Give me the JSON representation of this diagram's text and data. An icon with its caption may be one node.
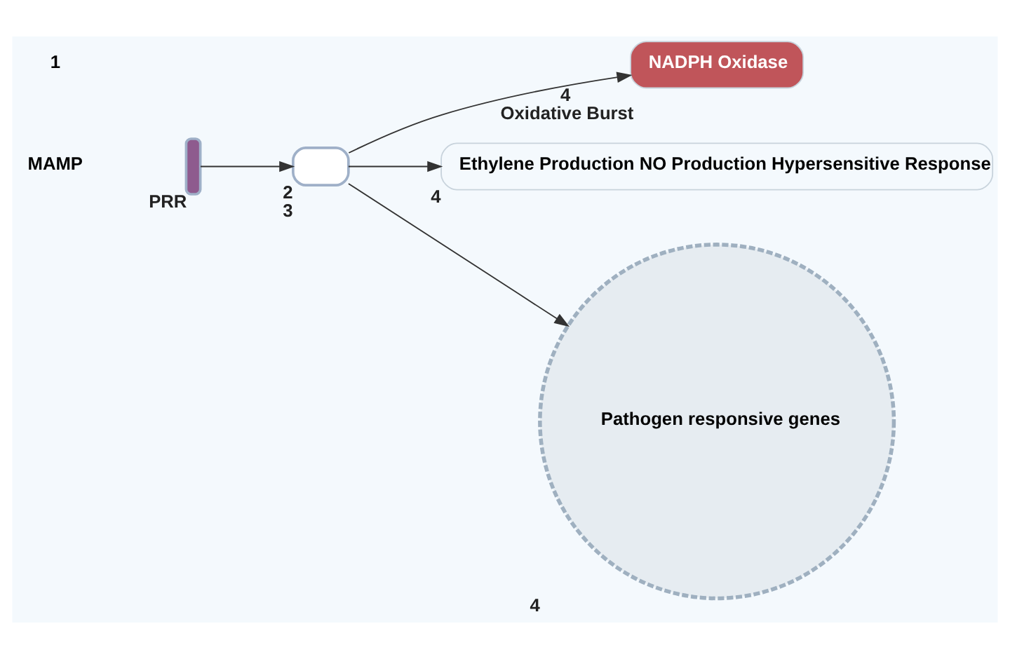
{
  "diagram": {
    "nodes": [
      {
        "text": [],
        "shape": "bar",
        "beside": [
          "PRR"
        ]
      },
      {
        "text": [],
        "shape": "box",
        "beside": [
          "2",
          "3"
        ]
      },
      {
        "text": [
          "NADPH Oxidase"
        ],
        "beside": [
          "4",
          "Oxidative Burst"
        ]
      },
      {
        "text": [
          "Ethylene Production NO Production Hypersensitive Response"
        ],
        "beside": [
          "4"
        ]
      },
      {
        "text": [
          "Pathogen responsive genes"
        ],
        "beside": [
          "4"
        ]
      }
    ],
    "edges": [
      {
        "from": 0,
        "to": 1,
        "arrow": "to"
      },
      {
        "from": 1,
        "to": 2,
        "arrow": "to"
      },
      {
        "from": 1,
        "to": 3,
        "arrow": "to"
      },
      {
        "from": 1,
        "to": 4,
        "arrow": "to"
      }
    ],
    "labels": [
      "MAMP",
      "1"
    ]
  }
}
